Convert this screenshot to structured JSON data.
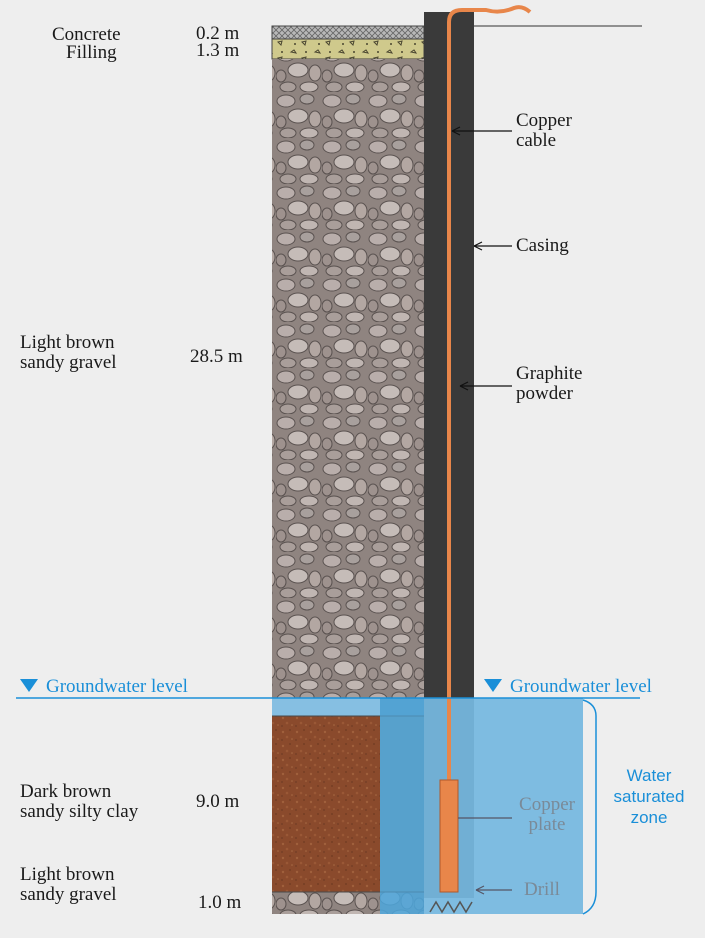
{
  "layers": [
    {
      "name": "Concrete",
      "thickness": "0.2 m"
    },
    {
      "name": "Filling",
      "thickness": "1.3 m"
    },
    {
      "name": "Light brown sandy gravel",
      "thickness": "28.5 m"
    },
    {
      "name": "Dark brown sandy silty clay",
      "thickness": "9.0 m"
    },
    {
      "name": "Light brown sandy gravel",
      "thickness": "1.0 m"
    }
  ],
  "layer_lines": {
    "l2": [
      "Light brown",
      "sandy gravel"
    ],
    "l3": [
      "Dark brown",
      "sandy silty clay"
    ],
    "l4": [
      "Light brown",
      "sandy gravel"
    ]
  },
  "groundwater": {
    "left_label": "Groundwater level",
    "right_label": "Groundwater level"
  },
  "zone": {
    "lines": [
      "Water",
      "saturated",
      "zone"
    ]
  },
  "components": {
    "copper_cable": [
      "Copper",
      "cable"
    ],
    "casing": "Casing",
    "graphite_powder": [
      "Graphite",
      "powder"
    ],
    "copper_plate": [
      "Copper",
      "plate"
    ],
    "drill": "Drill"
  },
  "colors": {
    "water": "#4ea6dc",
    "water_line": "#1a8fd8",
    "copper": "#e8864a",
    "casing": "#3a3a3a",
    "filling": "#cdc88a",
    "clay": "#8a4a2c",
    "gravel": "#9b8e8a"
  }
}
